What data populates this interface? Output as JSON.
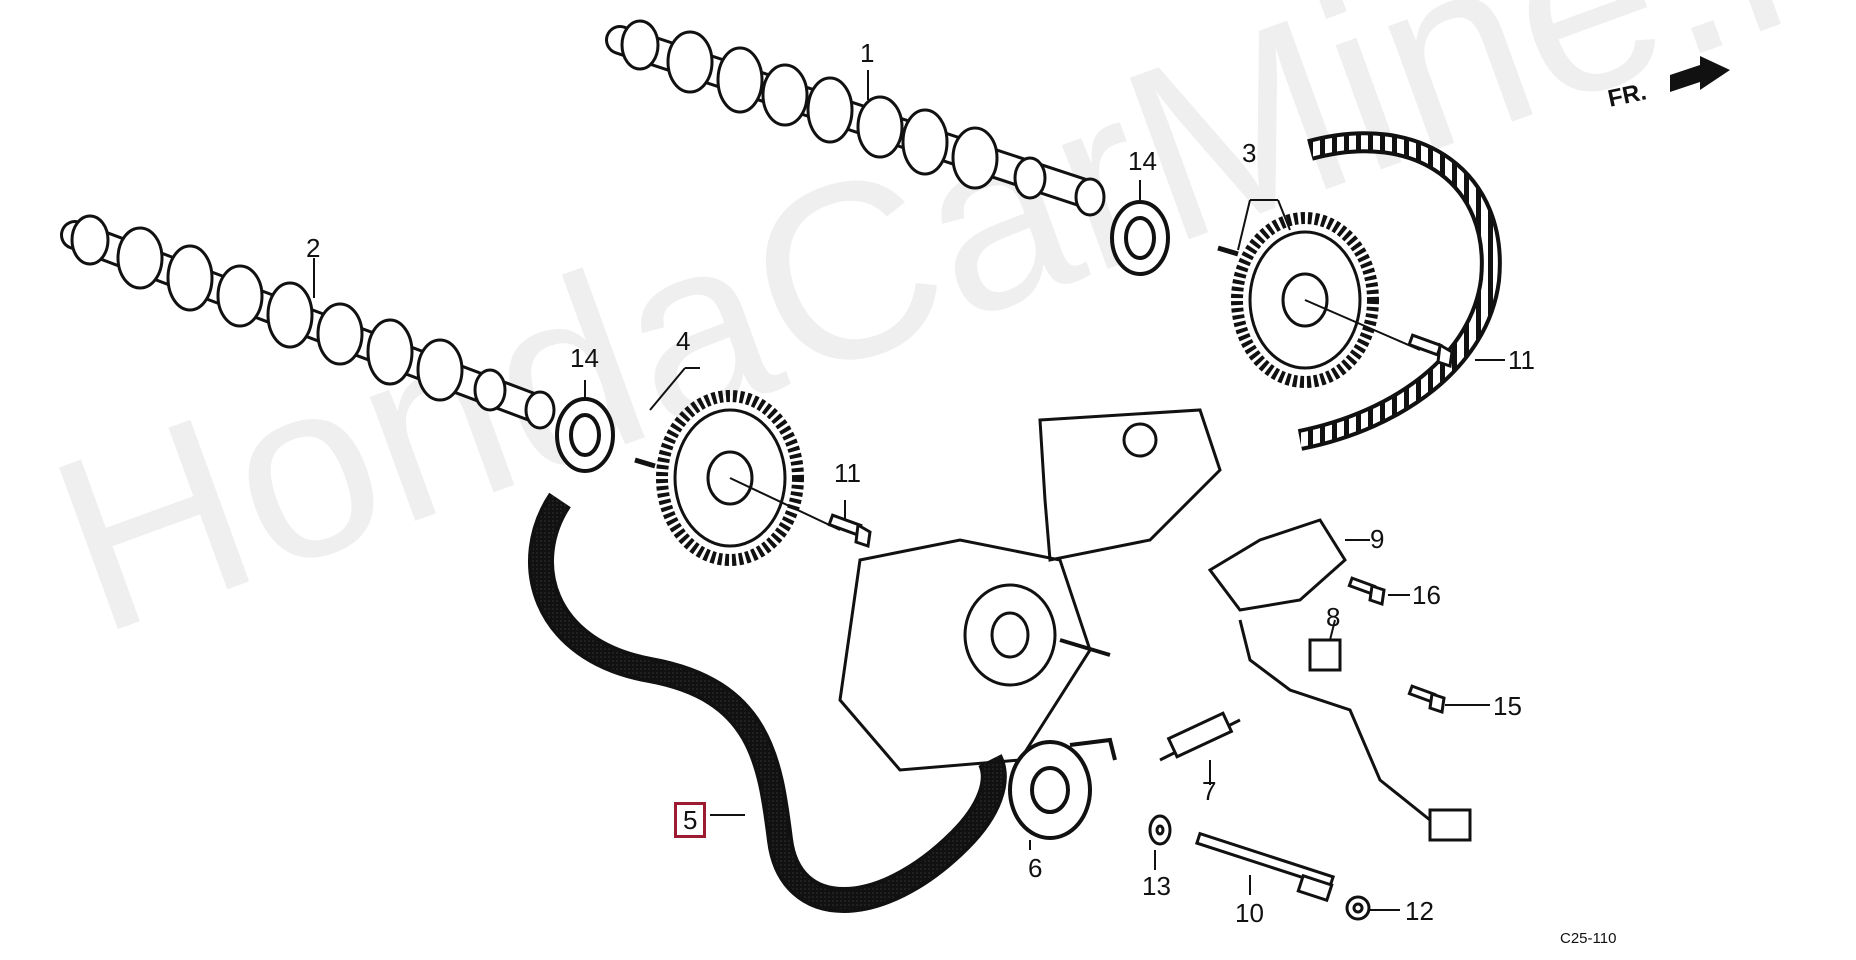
{
  "watermark": "HondaCarMine.ru",
  "direction_label": "FR.",
  "diagram_code": "C25-110",
  "colors": {
    "line": "#111111",
    "highlight": "#9b1b30",
    "background": "#ffffff"
  },
  "callouts": {
    "p1": "1",
    "p2": "2",
    "p3": "3",
    "p4": "4",
    "p5": "5",
    "p6": "6",
    "p7": "7",
    "p8": "8",
    "p9": "9",
    "p10": "10",
    "p11a": "11",
    "p11b": "11",
    "p12": "12",
    "p13": "13",
    "p14a": "14",
    "p14b": "14",
    "p15": "15",
    "p16": "16"
  }
}
